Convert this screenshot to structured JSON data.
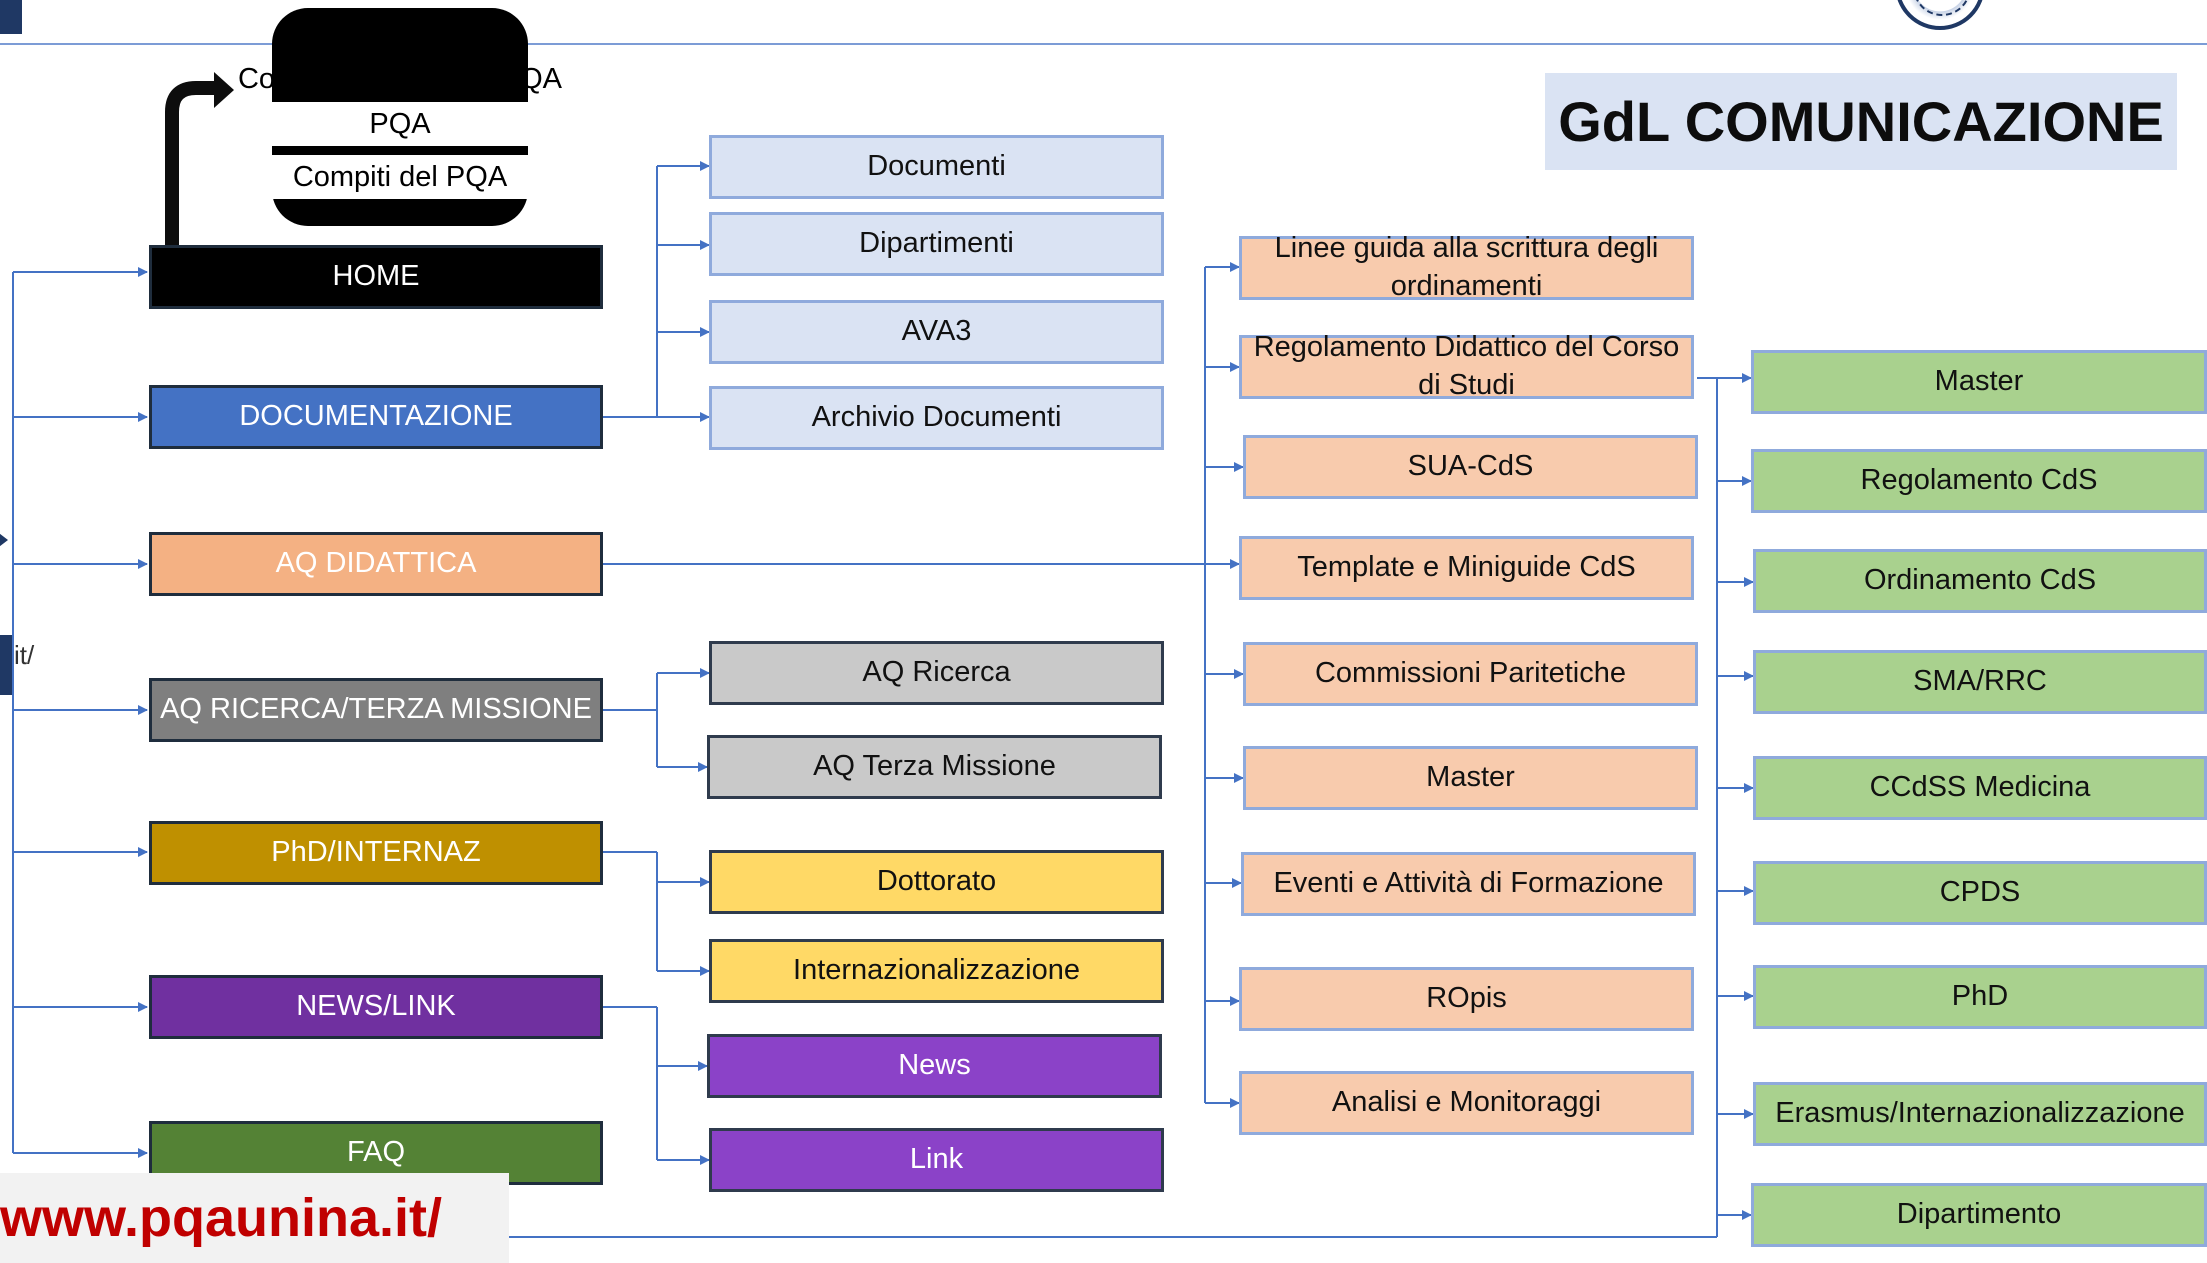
{
  "title": "GdL COMUNICAZIONE",
  "url": "www.pqaunina.it/",
  "left_fragment": "it/",
  "pqa_menu": [
    "Componenti gruppo PQA",
    "PQA",
    "Compiti del PQA"
  ],
  "nav": [
    {
      "label": "HOME",
      "color": "#000000"
    },
    {
      "label": "DOCUMENTAZIONE",
      "color": "#4472c4"
    },
    {
      "label": "AQ DIDATTICA",
      "color": "#f4b183"
    },
    {
      "label": "AQ RICERCA/TERZA MISSIONE",
      "color": "#7f7f7f"
    },
    {
      "label": "PhD/INTERNAZ",
      "color": "#bf9000"
    },
    {
      "label": "NEWS/LINK",
      "color": "#7030a0"
    },
    {
      "label": "FAQ",
      "color": "#548235"
    }
  ],
  "documentazione": [
    "Documenti",
    "Dipartimenti",
    "AVA3",
    "Archivio Documenti"
  ],
  "ricerca": [
    "AQ Ricerca",
    "AQ Terza Missione"
  ],
  "phd": [
    "Dottorato",
    "Internazionalizzazione"
  ],
  "news": [
    "News",
    "Link"
  ],
  "didattica": [
    "Linee guida alla scrittura degli ordinamenti",
    "Regolamento Didattico del Corso di Studi",
    "SUA-CdS",
    "Template e Miniguide CdS",
    "Commissioni Paritetiche",
    "Master",
    "Eventi e Attività di Formazione",
    "ROpis",
    "Analisi e Monitoraggi"
  ],
  "sua": [
    "Master",
    "Regolamento CdS",
    "Ordinamento CdS",
    "SMA/RRC",
    "CCdSS Medicina",
    "CPDS",
    "PhD",
    "Erasmus/Internazionalizzazione",
    "Dipartimento"
  ]
}
